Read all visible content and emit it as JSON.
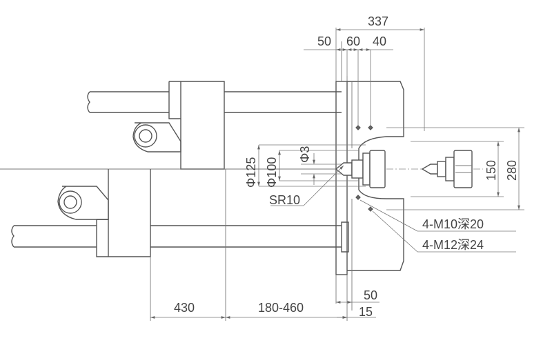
{
  "dimensions": {
    "top_overall": "337",
    "top_a": "50",
    "top_b": "60",
    "top_c": "40",
    "dia_125": "Φ125",
    "dia_100": "Φ100",
    "dia_3": "Φ3",
    "sr10": "SR10",
    "v150": "150",
    "v280": "280",
    "m10": "4-M10深20",
    "m12": "4-M12深24",
    "bottom_430": "430",
    "bottom_range": "180-460",
    "bottom_50": "50",
    "bottom_15": "15"
  }
}
